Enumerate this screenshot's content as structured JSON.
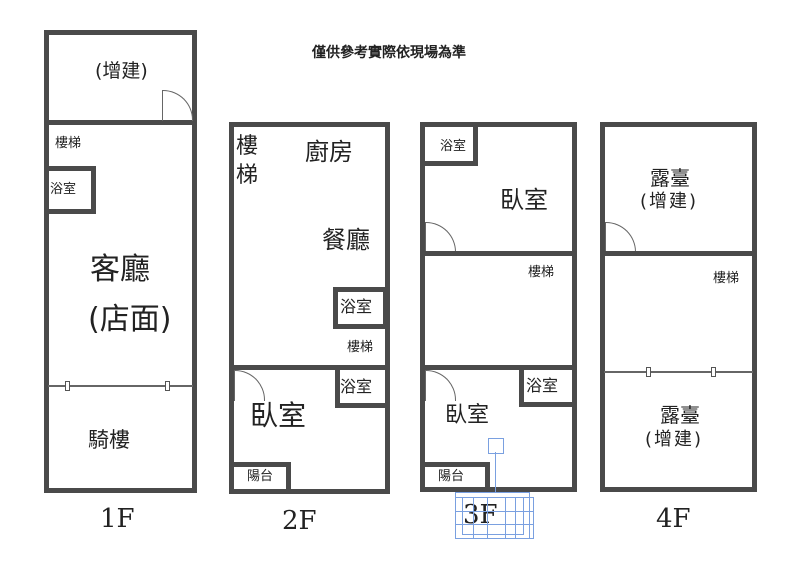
{
  "notice": "僅供參考實際依現場為準",
  "floors": {
    "f1": {
      "label": "1F",
      "addition": "(增建)",
      "stairs": "樓梯",
      "bath": "浴室",
      "living": "客廳",
      "shop": "(店面)",
      "arcade": "騎樓"
    },
    "f2": {
      "label": "2F",
      "stairs_v": "樓\n梯",
      "kitchen": "廚房",
      "dining": "餐廳",
      "bath1": "浴室",
      "stairs": "樓梯",
      "bath2": "浴室",
      "bedroom": "臥室",
      "balcony": "陽台"
    },
    "f3": {
      "label": "3F",
      "bath1": "浴室",
      "bedroom1": "臥室",
      "stairs": "樓梯",
      "bath2": "浴室",
      "bedroom2": "臥室",
      "balcony": "陽台"
    },
    "f4": {
      "label": "4F",
      "terrace1": "露臺",
      "addition1": "(增建)",
      "stairs": "樓梯",
      "terrace2": "露臺",
      "addition2": "(增建)"
    }
  }
}
